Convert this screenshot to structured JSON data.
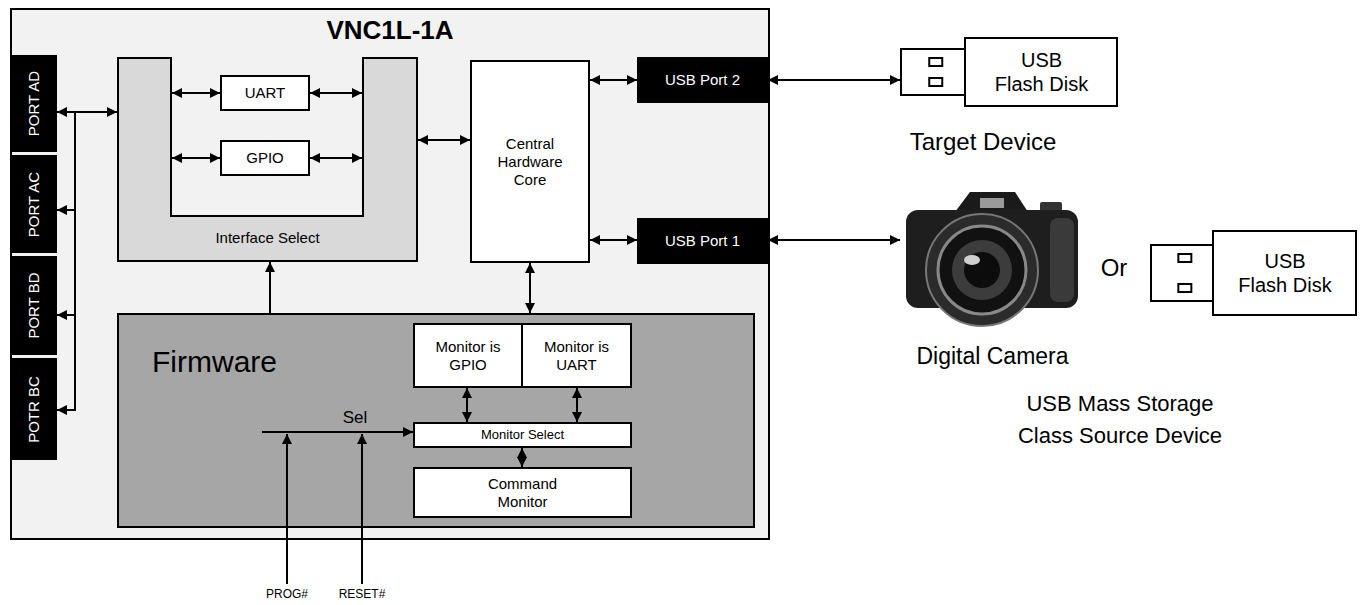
{
  "diagram": {
    "nodes": [
      {
        "text": [
          "VNC1L-1A"
        ]
      },
      {
        "text": [
          "PORT AD"
        ],
        "in": 0
      },
      {
        "text": [
          "PORT AC"
        ],
        "in": 0
      },
      {
        "text": [
          "PORT BD"
        ],
        "in": 0
      },
      {
        "text": [
          "POTR BC"
        ],
        "in": 0
      },
      {
        "text": [
          "Interface Select"
        ],
        "in": 0
      },
      {
        "text": [
          "UART"
        ],
        "in": 5
      },
      {
        "text": [
          "GPIO"
        ],
        "in": 5
      },
      {
        "text": [
          "Central Hardware Core"
        ],
        "in": 0
      },
      {
        "text": [
          "USB Port 2"
        ],
        "in": 0
      },
      {
        "text": [
          "USB Port 1"
        ],
        "in": 0
      },
      {
        "text": [
          "Firmware"
        ],
        "in": 0
      },
      {
        "text": [
          "Monitor is GPIO"
        ],
        "in": 11
      },
      {
        "text": [
          "Monitor is UART"
        ],
        "in": 11
      },
      {
        "text": [
          "Monitor Select"
        ],
        "in": 11
      },
      {
        "text": [
          "Command Monitor"
        ],
        "in": 11
      },
      {
        "text": [
          "USB Flash Disk"
        ]
      },
      {
        "text": [
          "Digital Camera"
        ]
      },
      {
        "text": [
          "USB Flash Disk"
        ]
      }
    ],
    "edges": [
      {
        "from": 1,
        "to": 5,
        "arrow": "both"
      },
      {
        "from": 5,
        "to": 2,
        "arrow": "to"
      },
      {
        "from": 5,
        "to": 3,
        "arrow": "to"
      },
      {
        "from": 5,
        "to": 4,
        "arrow": "to"
      },
      {
        "from": 6,
        "to": 5,
        "arrow": "both"
      },
      {
        "from": 6,
        "to": 5,
        "arrow": "both"
      },
      {
        "from": 7,
        "to": 5,
        "arrow": "both"
      },
      {
        "from": 7,
        "to": 5,
        "arrow": "both"
      },
      {
        "from": 5,
        "to": 8,
        "arrow": "both"
      },
      {
        "from": 8,
        "to": 9,
        "arrow": "both"
      },
      {
        "from": 8,
        "to": 10,
        "arrow": "both"
      },
      {
        "from": 8,
        "to": 11,
        "arrow": "both"
      },
      {
        "from": 11,
        "to": 5,
        "arrow": "to"
      },
      {
        "from": 12,
        "to": 14,
        "arrow": "both"
      },
      {
        "from": 13,
        "to": 14,
        "arrow": "both"
      },
      {
        "from": 14,
        "to": 15,
        "arrow": "both"
      },
      {
        "from": 9,
        "to": 16,
        "arrow": "both"
      },
      {
        "from": 10,
        "to": 17,
        "arrow": "both"
      }
    ],
    "labels": [
      "Target Device",
      "Or",
      "USB Mass Storage Class Source Device",
      "Sel",
      "PROG#",
      "RESET#"
    ]
  }
}
